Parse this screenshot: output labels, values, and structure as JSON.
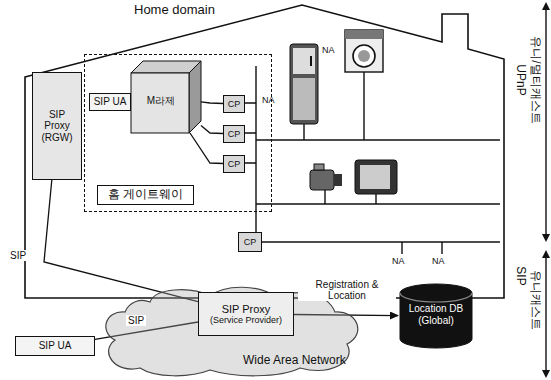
{
  "diagram": {
    "nodes": [
      {
        "text": [
          "Home domain"
        ]
      },
      {
        "text": [
          "SIP Proxy (RGW)"
        ],
        "in": 0
      },
      {
        "text": [
          "홈 게이트웨이"
        ],
        "in": 0
      },
      {
        "text": [
          "SIP UA"
        ],
        "in": 2
      },
      {
        "text": [
          "M라제"
        ],
        "in": 2
      },
      {
        "text": [
          "CP"
        ],
        "in": 2
      },
      {
        "text": [
          "CP"
        ],
        "in": 2
      },
      {
        "text": [
          "CP"
        ],
        "in": 2
      },
      {
        "text": [
          "CP"
        ],
        "in": 0
      },
      {
        "text": [
          "Wide Area Network"
        ]
      },
      {
        "text": [
          "SIP Proxy",
          "(Service Provider)"
        ],
        "in": 9
      },
      {
        "text": [
          "Location DB (Global)"
        ]
      },
      {
        "text": [
          "SIP UA"
        ]
      }
    ],
    "edges": [
      {
        "from": 1,
        "to": 10,
        "label": "SIP",
        "arrow": "none"
      },
      {
        "from": 12,
        "to": 10,
        "label": "SIP",
        "arrow": "none"
      },
      {
        "from": 10,
        "to": 11,
        "label": "Registration & Location",
        "arrow": "to"
      },
      {
        "from": 4,
        "to": 5,
        "arrow": "none"
      },
      {
        "from": 4,
        "to": 6,
        "arrow": "none"
      },
      {
        "from": 4,
        "to": 7,
        "arrow": "none"
      }
    ],
    "labels": [
      "NA",
      "NA",
      "NA",
      "NA",
      "UPnP",
      "유니/멀티캐스트",
      "SIP",
      "유니캐스트"
    ]
  }
}
